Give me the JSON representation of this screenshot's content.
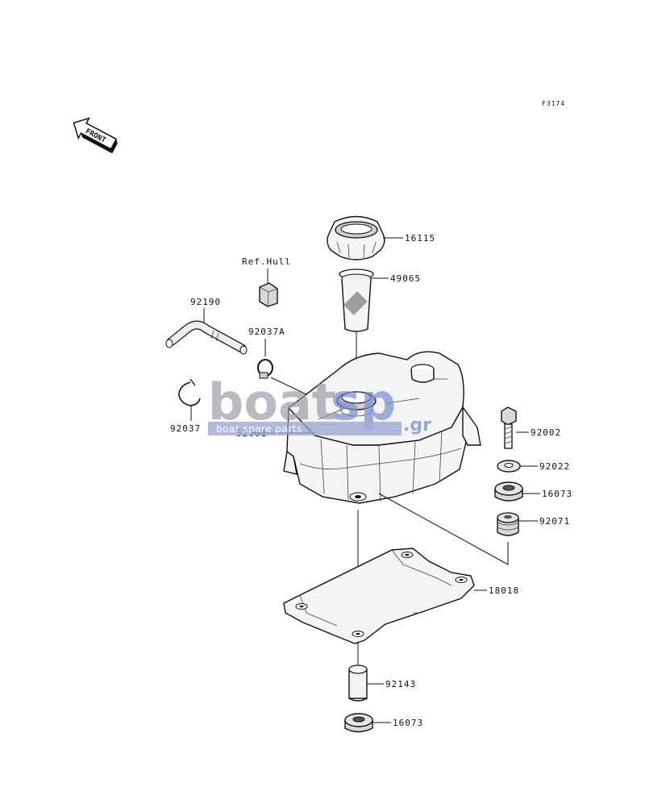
{
  "figure_code": "F3174",
  "front_arrow_label": "FRONT",
  "ref_label": "Ref.Hull",
  "parts": {
    "cap": "16115",
    "filter": "49065",
    "hose": "92190",
    "clamp_a": "92037A",
    "clamp": "92037",
    "tank": "52001",
    "bolt": "92002",
    "washer": "92022",
    "grommet_upper": "16073",
    "damper": "92071",
    "bracket": "18018",
    "collar": "92143",
    "grommet_lower": "16073"
  },
  "watermark": {
    "brand_main": "boat",
    "brand_accent": "sp",
    "domain": ".gr",
    "tagline": "boat spare parts",
    "accent_color": "#7b8fd0",
    "main_color": "#9a9aa6"
  }
}
